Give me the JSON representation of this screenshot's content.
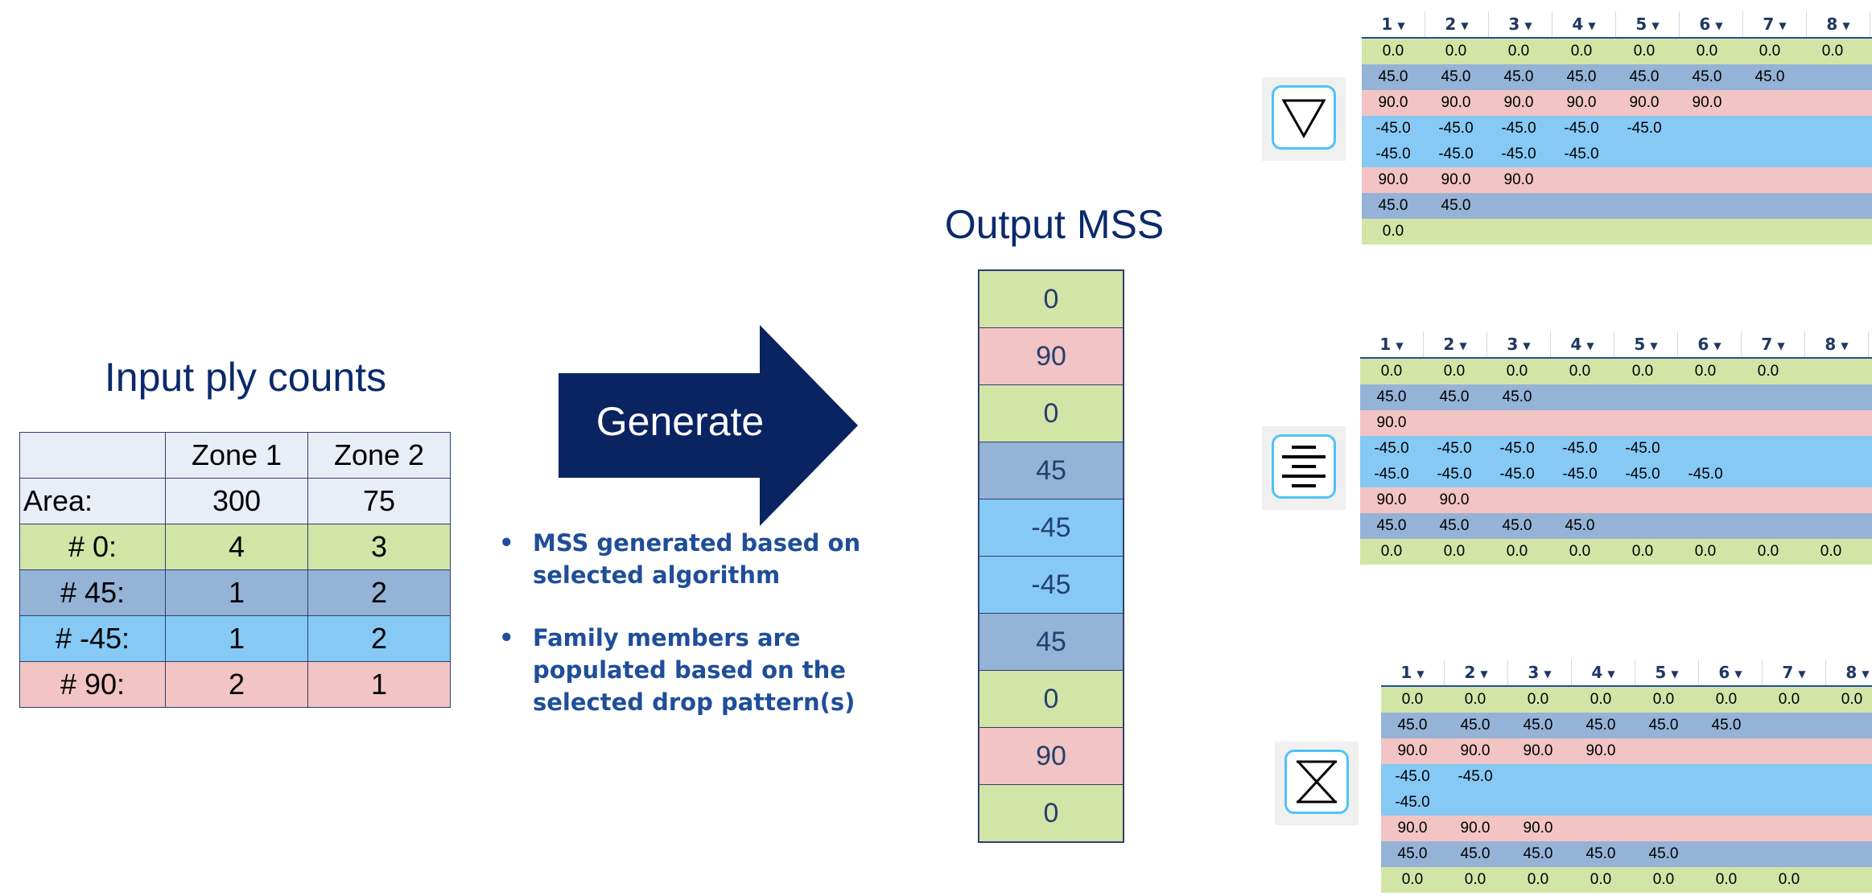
{
  "colors": {
    "ply_0": "#d3e4a7",
    "ply_45": "#95b3d7",
    "ply_neg45": "#86c9f5",
    "ply_90": "#f2c4c4",
    "header_fill": "#e9edf5",
    "arrow": "#0a2462"
  },
  "input": {
    "title": "Input ply counts",
    "header": [
      "",
      "Zone 1",
      "Zone 2"
    ],
    "rows": [
      {
        "label": "Area:",
        "z1": "300",
        "z2": "75",
        "fill": "header"
      },
      {
        "label": "# 0:",
        "z1": "4",
        "z2": "3",
        "fill": "ply_0"
      },
      {
        "label": "# 45:",
        "z1": "1",
        "z2": "2",
        "fill": "ply_45"
      },
      {
        "label": "# -45:",
        "z1": "1",
        "z2": "2",
        "fill": "ply_neg45"
      },
      {
        "label": "# 90:",
        "z1": "2",
        "z2": "1",
        "fill": "ply_90"
      }
    ]
  },
  "generate": {
    "label": "Generate"
  },
  "bullets": [
    "MSS generated based on selected algorithm",
    "Family members are populated based on the selected drop pattern(s)"
  ],
  "output": {
    "title": "Output MSS",
    "stack": [
      "0",
      "90",
      "0",
      "45",
      "-45",
      "-45",
      "45",
      "0",
      "90",
      "0"
    ]
  },
  "patterns": [
    {
      "icon": "triangle-down-icon"
    },
    {
      "icon": "centered-lines-icon"
    },
    {
      "icon": "hourglass-icon"
    }
  ],
  "families": [
    {
      "headers": [
        "1",
        "2",
        "3",
        "4",
        "5",
        "6",
        "7",
        "8"
      ],
      "rows": [
        {
          "ply": "ply_0",
          "values": [
            "0.0",
            "0.0",
            "0.0",
            "0.0",
            "0.0",
            "0.0",
            "0.0",
            "0.0"
          ]
        },
        {
          "ply": "ply_45",
          "values": [
            "45.0",
            "45.0",
            "45.0",
            "45.0",
            "45.0",
            "45.0",
            "45.0"
          ]
        },
        {
          "ply": "ply_90",
          "values": [
            "90.0",
            "90.0",
            "90.0",
            "90.0",
            "90.0",
            "90.0"
          ]
        },
        {
          "ply": "ply_neg45",
          "values": [
            "-45.0",
            "-45.0",
            "-45.0",
            "-45.0",
            "-45.0"
          ]
        },
        {
          "ply": "ply_neg45",
          "values": [
            "-45.0",
            "-45.0",
            "-45.0",
            "-45.0"
          ]
        },
        {
          "ply": "ply_90",
          "values": [
            "90.0",
            "90.0",
            "90.0"
          ]
        },
        {
          "ply": "ply_45",
          "values": [
            "45.0",
            "45.0"
          ]
        },
        {
          "ply": "ply_0",
          "values": [
            "0.0"
          ]
        }
      ]
    },
    {
      "headers": [
        "1",
        "2",
        "3",
        "4",
        "5",
        "6",
        "7",
        "8"
      ],
      "rows": [
        {
          "ply": "ply_0",
          "values": [
            "0.0",
            "0.0",
            "0.0",
            "0.0",
            "0.0",
            "0.0",
            "0.0"
          ]
        },
        {
          "ply": "ply_45",
          "values": [
            "45.0",
            "45.0",
            "45.0"
          ]
        },
        {
          "ply": "ply_90",
          "values": [
            "90.0"
          ]
        },
        {
          "ply": "ply_neg45",
          "values": [
            "-45.0",
            "-45.0",
            "-45.0",
            "-45.0",
            "-45.0"
          ]
        },
        {
          "ply": "ply_neg45",
          "values": [
            "-45.0",
            "-45.0",
            "-45.0",
            "-45.0",
            "-45.0",
            "-45.0"
          ]
        },
        {
          "ply": "ply_90",
          "values": [
            "90.0",
            "90.0"
          ]
        },
        {
          "ply": "ply_45",
          "values": [
            "45.0",
            "45.0",
            "45.0",
            "45.0"
          ]
        },
        {
          "ply": "ply_0",
          "values": [
            "0.0",
            "0.0",
            "0.0",
            "0.0",
            "0.0",
            "0.0",
            "0.0",
            "0.0"
          ]
        }
      ]
    },
    {
      "headers": [
        "1",
        "2",
        "3",
        "4",
        "5",
        "6",
        "7",
        "8"
      ],
      "rows": [
        {
          "ply": "ply_0",
          "values": [
            "0.0",
            "0.0",
            "0.0",
            "0.0",
            "0.0",
            "0.0",
            "0.0",
            "0.0"
          ]
        },
        {
          "ply": "ply_45",
          "values": [
            "45.0",
            "45.0",
            "45.0",
            "45.0",
            "45.0",
            "45.0"
          ]
        },
        {
          "ply": "ply_90",
          "values": [
            "90.0",
            "90.0",
            "90.0",
            "90.0"
          ]
        },
        {
          "ply": "ply_neg45",
          "values": [
            "-45.0",
            "-45.0"
          ]
        },
        {
          "ply": "ply_neg45",
          "values": [
            "-45.0"
          ]
        },
        {
          "ply": "ply_90",
          "values": [
            "90.0",
            "90.0",
            "90.0"
          ]
        },
        {
          "ply": "ply_45",
          "values": [
            "45.0",
            "45.0",
            "45.0",
            "45.0",
            "45.0"
          ]
        },
        {
          "ply": "ply_0",
          "values": [
            "0.0",
            "0.0",
            "0.0",
            "0.0",
            "0.0",
            "0.0",
            "0.0"
          ]
        }
      ]
    }
  ]
}
